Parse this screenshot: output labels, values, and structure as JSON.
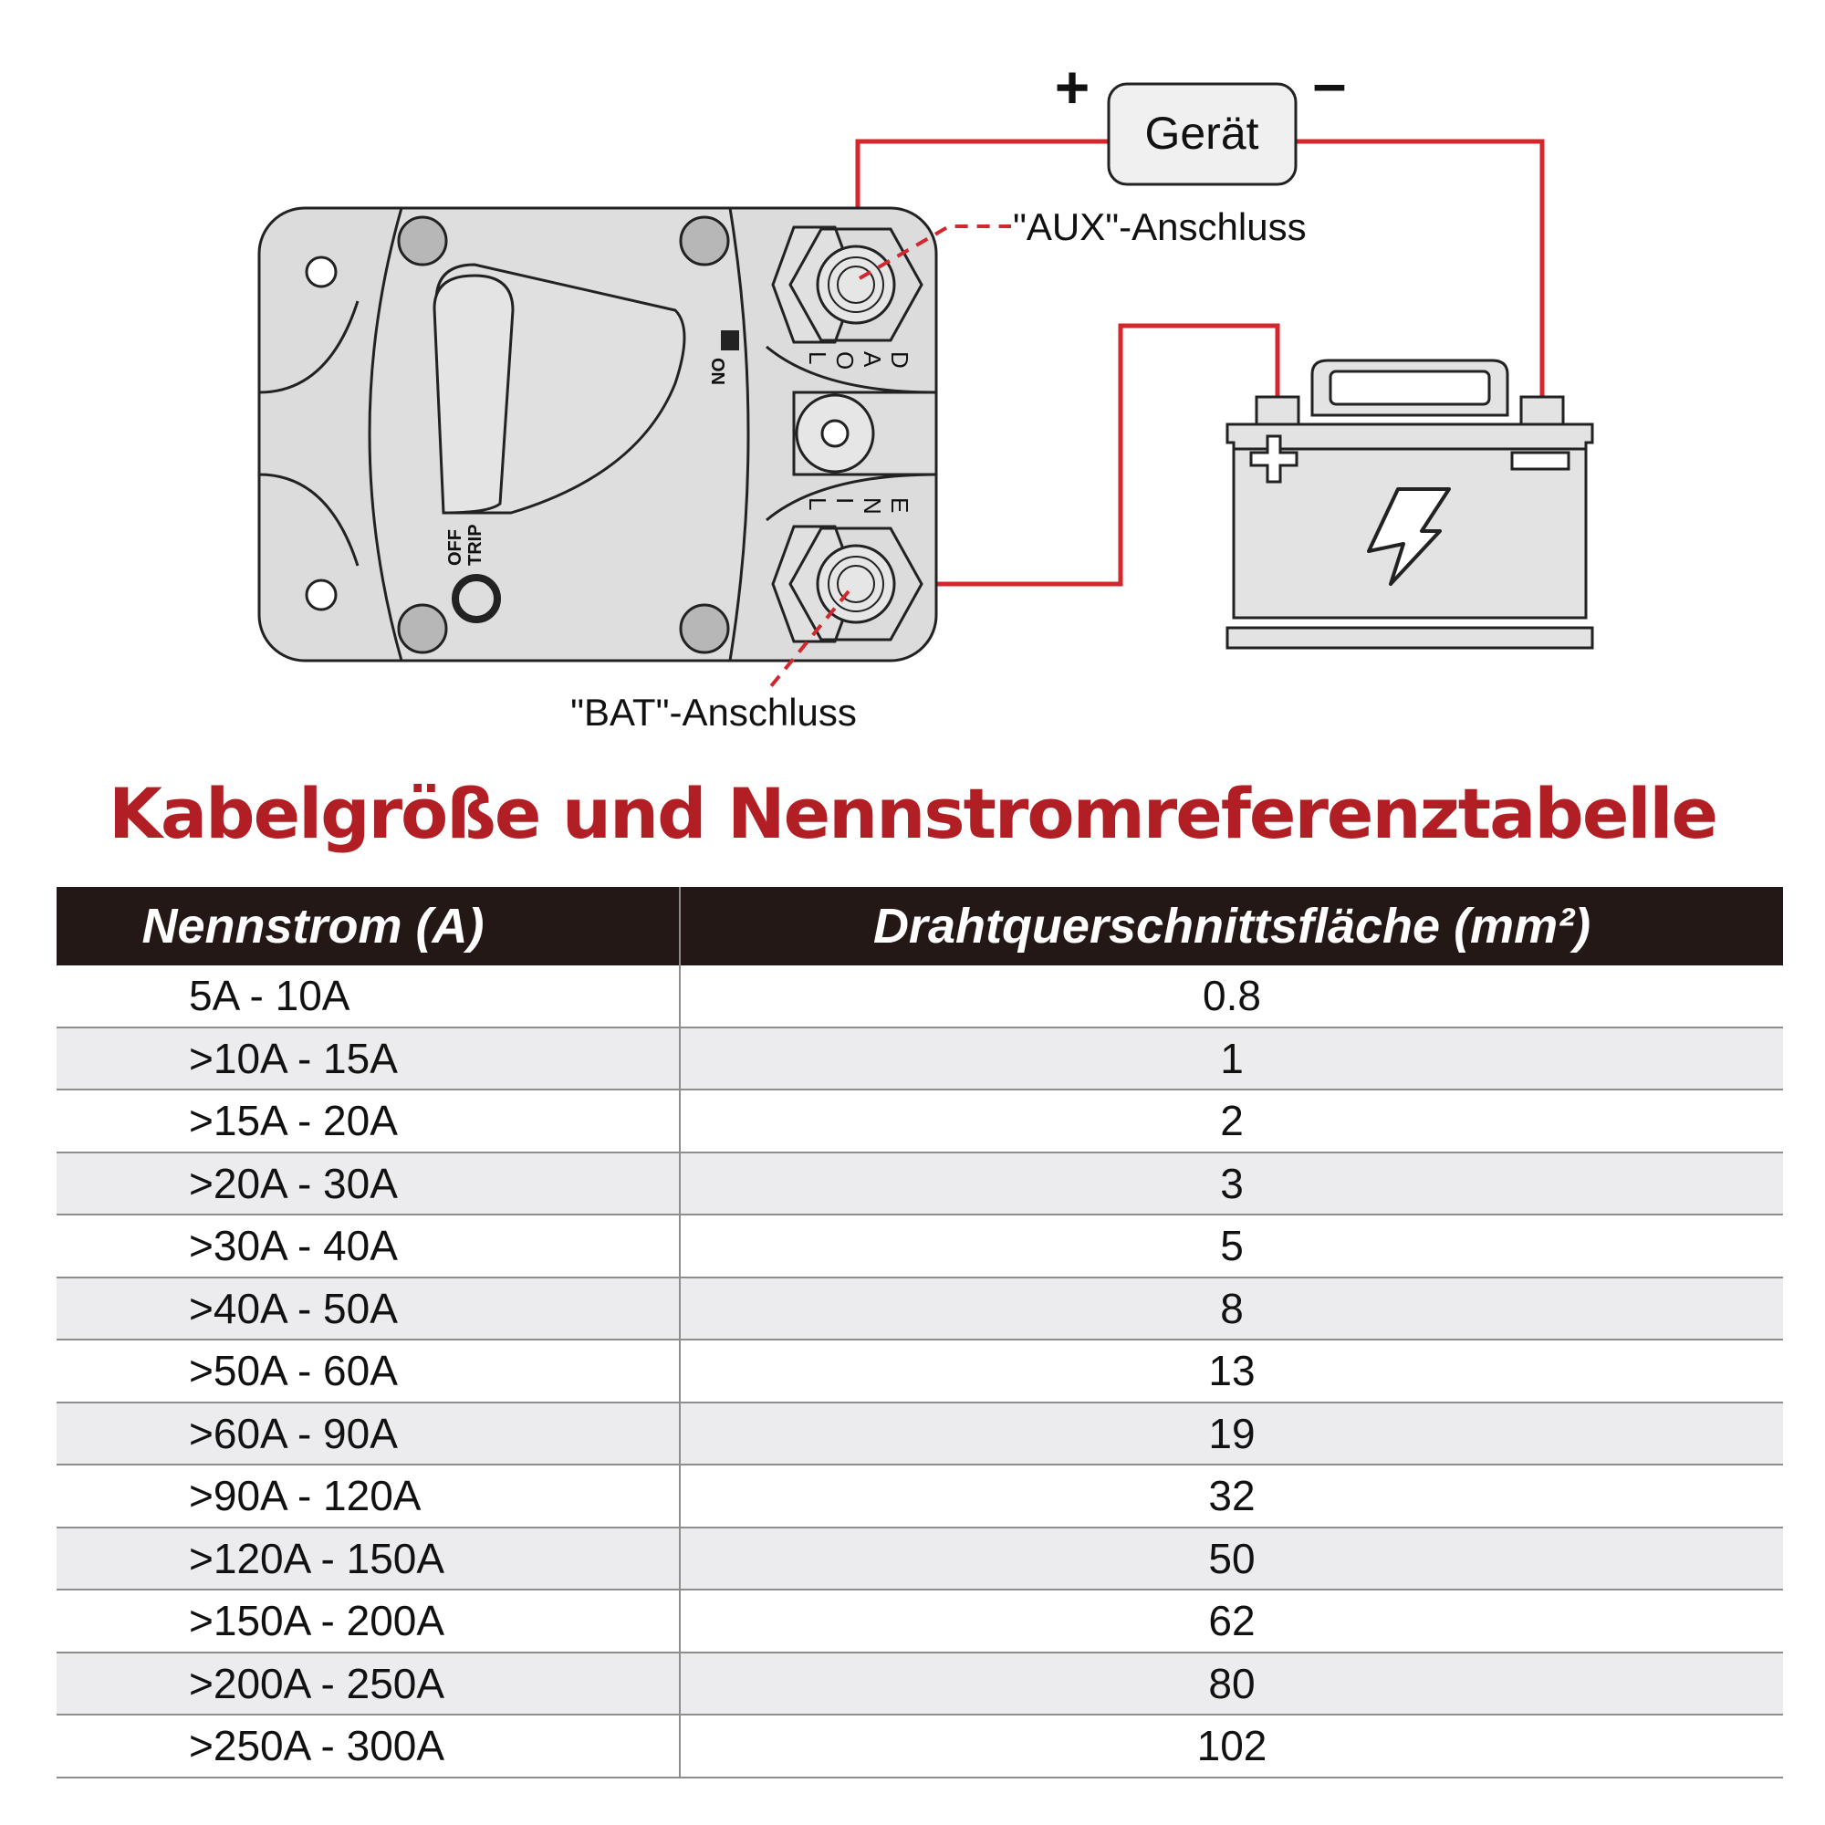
{
  "diagram": {
    "device_label": "Gerät",
    "plus_sign": "+",
    "minus_sign": "–",
    "aux_label": "\"AUX\"-Anschluss",
    "bat_label": "\"BAT\"-Anschluss",
    "breaker": {
      "on_label": "ON",
      "off_label": "OFF",
      "trip_label": "TRIP",
      "load_letters": [
        "L",
        "O",
        "A",
        "D"
      ],
      "line_letters": [
        "L",
        "I",
        "N",
        "E"
      ]
    },
    "wire_color": "#d3272e",
    "breaker_fill": "#dcdcdc",
    "battery_fill": "#e3e3e3",
    "battery_icons": [
      "plus-terminal-icon",
      "minus-terminal-icon",
      "lightning-bolt-icon"
    ]
  },
  "title": "Kabelgröße und Nennstromreferenztabelle",
  "title_color": "#b11e24",
  "table": {
    "headers": [
      "Nennstrom (A)",
      "Drahtquerschnittsfläche (mm²)"
    ],
    "rows": [
      [
        "5A - 10A",
        "0.8"
      ],
      [
        ">10A - 15A",
        "1"
      ],
      [
        ">15A - 20A",
        "2"
      ],
      [
        ">20A - 30A",
        "3"
      ],
      [
        ">30A - 40A",
        "5"
      ],
      [
        ">40A - 50A",
        "8"
      ],
      [
        ">50A - 60A",
        "13"
      ],
      [
        ">60A - 90A",
        "19"
      ],
      [
        ">90A - 120A",
        "32"
      ],
      [
        ">120A - 150A",
        "50"
      ],
      [
        ">150A - 200A",
        "62"
      ],
      [
        ">200A - 250A",
        "80"
      ],
      [
        ">250A - 300A",
        "102"
      ]
    ]
  }
}
